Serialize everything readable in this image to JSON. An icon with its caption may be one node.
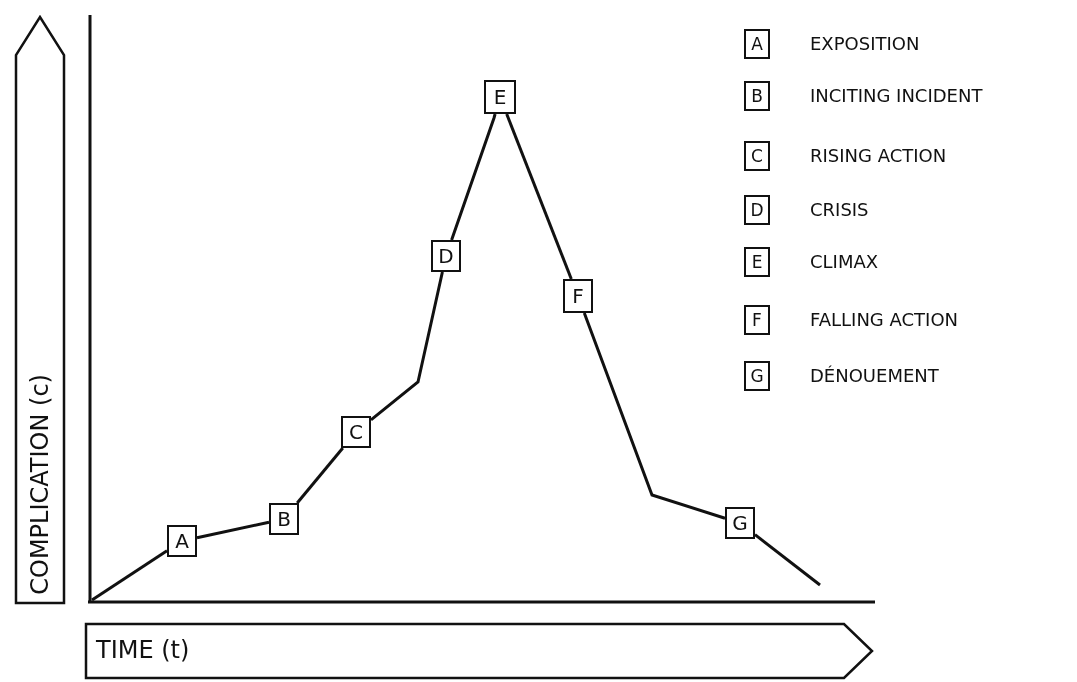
{
  "diagram": {
    "nodes": [
      {
        "text": [
          "A"
        ]
      },
      {
        "text": [
          "B"
        ]
      },
      {
        "text": [
          "C"
        ]
      },
      {
        "text": [
          "D"
        ]
      },
      {
        "text": [
          "E"
        ]
      },
      {
        "text": [
          "F"
        ]
      },
      {
        "text": [
          "G"
        ]
      },
      {
        "text": [
          "A"
        ],
        "beside": [
          "EXPOSITION"
        ]
      },
      {
        "text": [
          "B"
        ],
        "beside": [
          "INCITING INCIDENT"
        ]
      },
      {
        "text": [
          "C"
        ],
        "beside": [
          "RISING ACTION"
        ]
      },
      {
        "text": [
          "D"
        ],
        "beside": [
          "CRISIS"
        ]
      },
      {
        "text": [
          "E"
        ],
        "beside": [
          "CLIMAX"
        ]
      },
      {
        "text": [
          "F"
        ],
        "beside": [
          "FALLING ACTION"
        ]
      },
      {
        "text": [
          "G"
        ],
        "beside": [
          "DÉNOUEMENT"
        ]
      },
      {
        "text": [
          "COMPLICATION (c)"
        ]
      },
      {
        "text": [
          "TIME (t)"
        ]
      }
    ],
    "edges": [
      {
        "from": null,
        "to": 0,
        "arrow": "none"
      },
      {
        "from": 0,
        "to": 1,
        "arrow": "none"
      },
      {
        "from": 1,
        "to": 2,
        "arrow": "none"
      },
      {
        "from": 2,
        "to": 3,
        "arrow": "none"
      },
      {
        "from": 3,
        "to": 4,
        "arrow": "none"
      },
      {
        "from": 4,
        "to": 5,
        "arrow": "none"
      },
      {
        "from": 5,
        "to": 6,
        "arrow": "none"
      },
      {
        "from": 6,
        "to": null,
        "arrow": "none"
      }
    ]
  }
}
